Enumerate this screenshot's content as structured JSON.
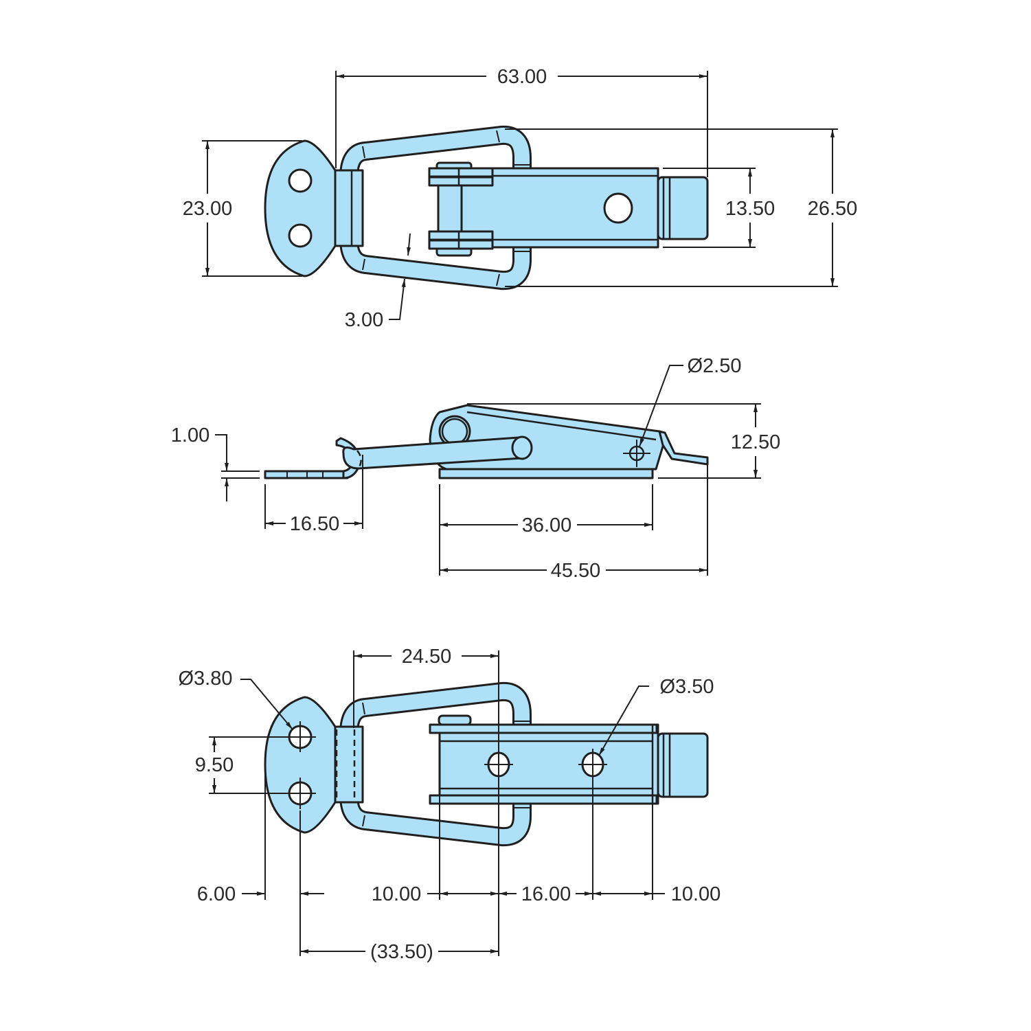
{
  "colors": {
    "part_fill": "#aee0f8",
    "line": "#1f1f1f"
  },
  "top_view": {
    "overall_length": "63.00",
    "overall_width": "26.50",
    "body_width": "13.50",
    "plate_height": "23.00",
    "wire_diameter": "3.00"
  },
  "side_view": {
    "plate_thickness": "1.00",
    "hole_diameter": "Ø2.50",
    "height": "12.50",
    "plate_reach": "16.50",
    "base_length": "36.00",
    "total_length": "45.50"
  },
  "bottom_view": {
    "loop_offset": "24.50",
    "plate_hole_diameter": "Ø3.80",
    "body_hole_diameter": "Ø3.50",
    "hole_spacing": "9.50",
    "plate_edge_offset": "6.00",
    "body_start": "10.00",
    "body_hole_spacing": "16.00",
    "body_end": "10.00",
    "reference_length": "(33.50)"
  }
}
